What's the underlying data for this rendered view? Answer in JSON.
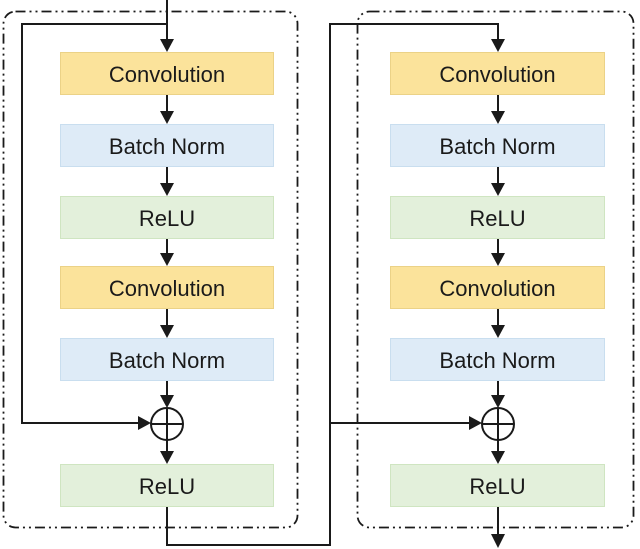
{
  "diagram": {
    "type": "neural-network-residual-blocks",
    "blocks": [
      {
        "id": "residual-block-1",
        "layers": [
          {
            "label": "Convolution",
            "kind": "conv"
          },
          {
            "label": "Batch Norm",
            "kind": "bn"
          },
          {
            "label": "ReLU",
            "kind": "relu"
          },
          {
            "label": "Convolution",
            "kind": "conv"
          },
          {
            "label": "Batch Norm",
            "kind": "bn"
          },
          {
            "label": "ReLU",
            "kind": "relu"
          }
        ],
        "operator": "⊕"
      },
      {
        "id": "residual-block-2",
        "layers": [
          {
            "label": "Convolution",
            "kind": "conv"
          },
          {
            "label": "Batch Norm",
            "kind": "bn"
          },
          {
            "label": "ReLU",
            "kind": "relu"
          },
          {
            "label": "Convolution",
            "kind": "conv"
          },
          {
            "label": "Batch Norm",
            "kind": "bn"
          },
          {
            "label": "ReLU",
            "kind": "relu"
          }
        ],
        "operator": "⊕"
      }
    ],
    "colors": {
      "conv_fill": "#FBE39B",
      "conv_border": "#EBD287",
      "bn_fill": "#DEEBF7",
      "bn_border": "#C9DEEF",
      "relu_fill": "#E3F0DB",
      "relu_border": "#CFE5C1",
      "line": "#1a1a1a"
    }
  }
}
